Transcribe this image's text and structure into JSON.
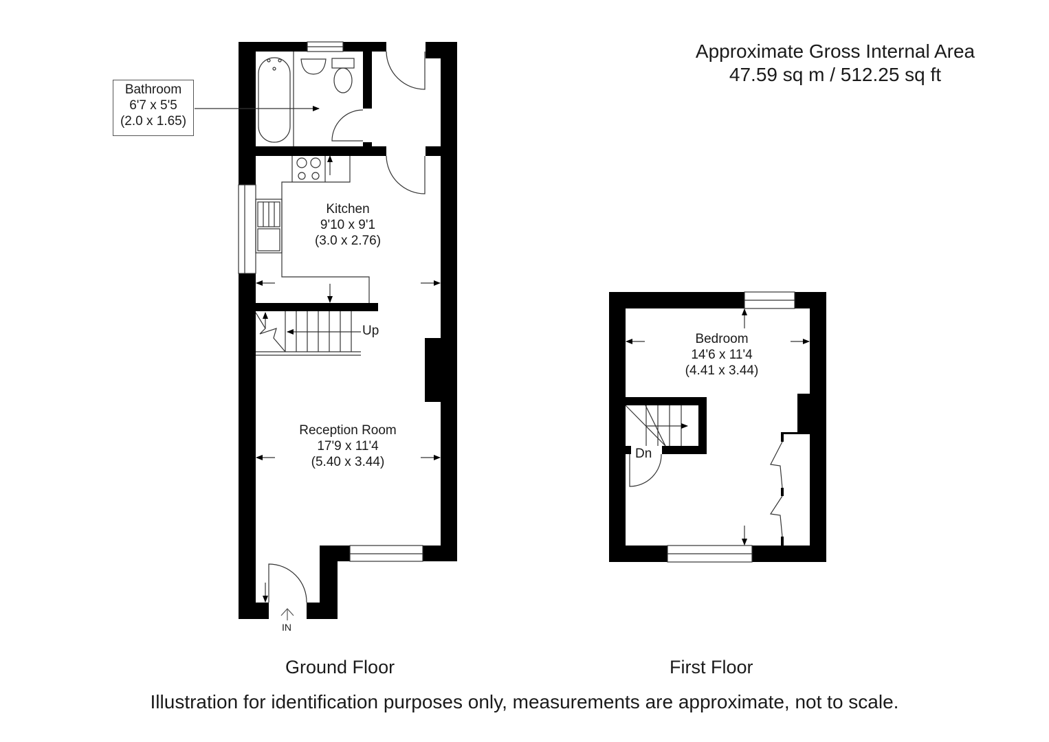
{
  "area": {
    "title": "Approximate Gross Internal Area",
    "value": "47.59 sq m / 512.25 sq ft"
  },
  "rooms": {
    "bathroom": {
      "name": "Bathroom",
      "imperial": "6'7 x 5'5",
      "metric": "(2.0 x 1.65)"
    },
    "kitchen": {
      "name": "Kitchen",
      "imperial": "9'10 x 9'1",
      "metric": "(3.0 x 2.76)"
    },
    "reception": {
      "name": "Reception Room",
      "imperial": "17'9 x 11'4",
      "metric": "(5.40 x 3.44)"
    },
    "bedroom": {
      "name": "Bedroom",
      "imperial": "14'6 x 11'4",
      "metric": "(4.41 x 3.44)"
    }
  },
  "labels": {
    "stairs_up": "Up",
    "stairs_down": "Dn",
    "entrance": "IN"
  },
  "floors": {
    "ground": "Ground Floor",
    "first": "First Floor"
  },
  "disclaimer": "Illustration for identification purposes only, measurements are approximate, not to scale.",
  "colors": {
    "wall": "#000000",
    "line": "#333333",
    "background": "#ffffff"
  }
}
